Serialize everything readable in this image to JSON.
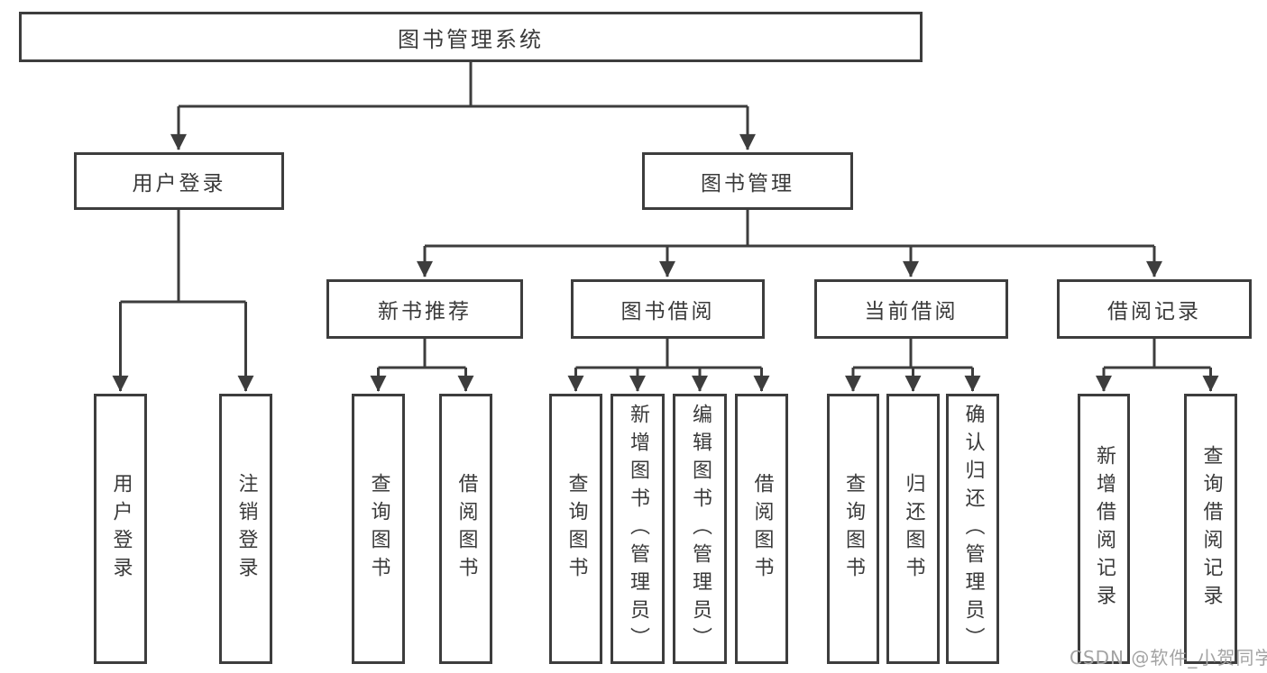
{
  "diagram": {
    "type": "tree",
    "title": "图书管理系统",
    "watermark": "CSDN @软件_小贺同学",
    "colors": {
      "line": "#3d3d3d",
      "border": "#3d3d3d",
      "text": "#3a3a3a",
      "watermark": "#a3a3a3",
      "background": "#ffffff"
    },
    "nodes": {
      "root": "图书管理系统",
      "level2": [
        "用户登录",
        "图书管理"
      ],
      "level3": [
        "新书推荐",
        "图书借阅",
        "当前借阅",
        "借阅记录"
      ]
    },
    "leaves": {
      "user": [
        "用户登录",
        "注销登录"
      ],
      "recommend": [
        "查询图书",
        "借阅图书"
      ],
      "borrow": [
        "查询图书",
        "新增图书（管理员）",
        "编辑图书（管理员）",
        "借阅图书"
      ],
      "current": [
        "查询图书",
        "归还图书",
        "确认归还（管理员）"
      ],
      "records": [
        "新增借阅记录",
        "查询借阅记录"
      ]
    }
  }
}
